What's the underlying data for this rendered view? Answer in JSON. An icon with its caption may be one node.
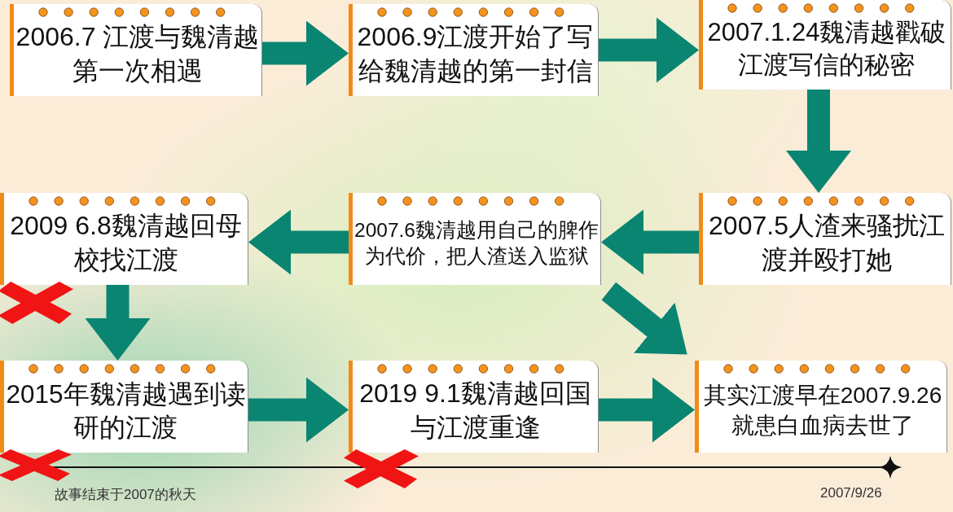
{
  "diagram": {
    "nodes": [
      {
        "text": [
          "2006.7 江渡与魏清越第一次相遇"
        ]
      },
      {
        "text": [
          "2006.9江渡开始了写给魏清越的第一封信"
        ]
      },
      {
        "text": [
          "2007.1.24魏清越戳破江渡写信的秘密"
        ]
      },
      {
        "text": [
          "2009 6.8魏清越回母校找江渡"
        ]
      },
      {
        "text": [
          "2007.6魏清越用自己的脾作为代价，把人渣送入监狱"
        ]
      },
      {
        "text": [
          "2007.5人渣来骚扰江渡并殴打她"
        ]
      },
      {
        "text": [
          "2015年魏清越遇到读研的江渡"
        ]
      },
      {
        "text": [
          "2019 9.1魏清越回国与江渡重逢"
        ]
      },
      {
        "text": [
          "其实江渡早在2007.9.26就患白血病去世了"
        ]
      }
    ],
    "edges": [
      {
        "from": 0,
        "to": 1,
        "arrow": "to"
      },
      {
        "from": 1,
        "to": 2,
        "arrow": "to"
      },
      {
        "from": 2,
        "to": 5,
        "arrow": "to"
      },
      {
        "from": 5,
        "to": 4,
        "arrow": "to"
      },
      {
        "from": 4,
        "to": 3,
        "arrow": "to"
      },
      {
        "from": 3,
        "to": 6,
        "arrow": "to"
      },
      {
        "from": 6,
        "to": 7,
        "arrow": "to"
      },
      {
        "from": 7,
        "to": 8,
        "arrow": "to"
      },
      {
        "from": 4,
        "to": 8,
        "arrow": "to"
      }
    ],
    "labels": [
      "故事结束于2007的秋天",
      "2007/9/26"
    ]
  }
}
